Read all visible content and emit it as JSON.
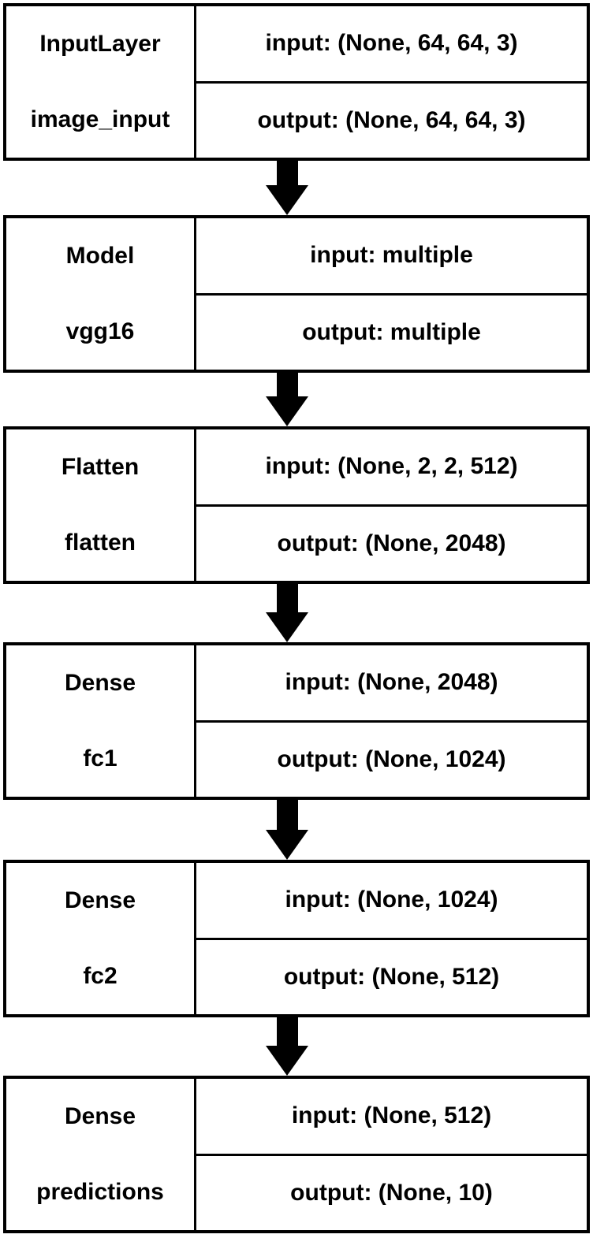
{
  "diagram": {
    "kind": "neural-network-layer-graph",
    "direction": "top-to-bottom",
    "colors": {
      "background": "#ffffff",
      "border": "#000000",
      "text": "#000000",
      "arrow": "#000000"
    }
  },
  "layers": [
    {
      "type": "InputLayer",
      "name": "image_input",
      "input": "input: (None, 64, 64, 3)",
      "output": "output: (None, 64, 64, 3)"
    },
    {
      "type": "Model",
      "name": "vgg16",
      "input": "input: multiple",
      "output": "output: multiple"
    },
    {
      "type": "Flatten",
      "name": "flatten",
      "input": "input: (None, 2, 2, 512)",
      "output": "output: (None, 2048)"
    },
    {
      "type": "Dense",
      "name": "fc1",
      "input": "input: (None, 2048)",
      "output": "output: (None, 1024)"
    },
    {
      "type": "Dense",
      "name": "fc2",
      "input": "input: (None, 1024)",
      "output": "output: (None, 512)"
    },
    {
      "type": "Dense",
      "name": "predictions",
      "input": "input: (None, 512)",
      "output": "output: (None, 10)"
    }
  ],
  "connections": [
    {
      "from": "image_input",
      "to": "vgg16"
    },
    {
      "from": "vgg16",
      "to": "flatten"
    },
    {
      "from": "flatten",
      "to": "fc1"
    },
    {
      "from": "fc1",
      "to": "fc2"
    },
    {
      "from": "fc2",
      "to": "predictions"
    }
  ]
}
